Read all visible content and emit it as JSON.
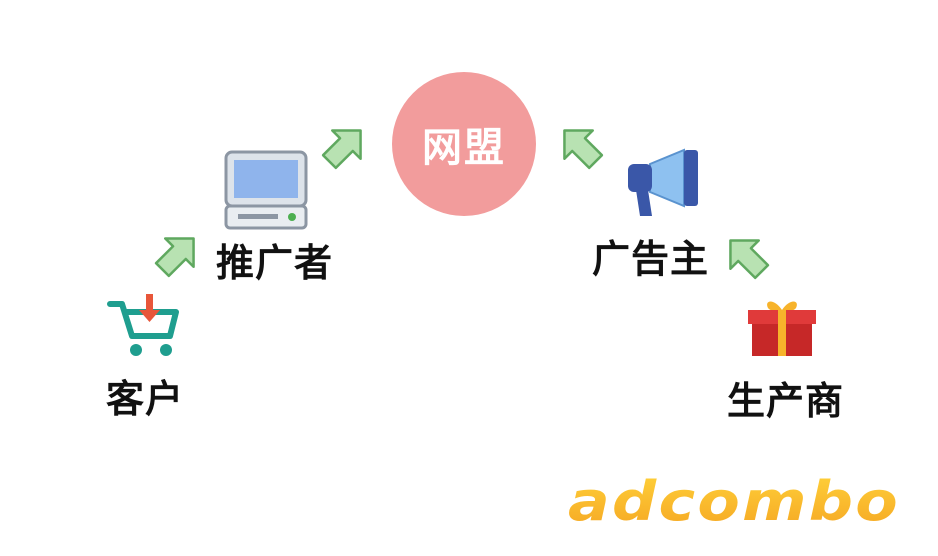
{
  "colors": {
    "hub_fill": "#f29c9c",
    "arrow_fill": "#b8e2b2",
    "arrow_stroke": "#5fa85f",
    "logo_gradient": [
      "#f5a623",
      "#ffd23a"
    ]
  },
  "hub": {
    "label": "网盟"
  },
  "nodes": {
    "customer": {
      "label": "客户",
      "icon": "shopping-cart-icon"
    },
    "promoter": {
      "label": "推广者",
      "icon": "computer-monitor-icon"
    },
    "advertiser": {
      "label": "广告主",
      "icon": "megaphone-icon"
    },
    "producer": {
      "label": "生产商",
      "icon": "gift-box-icon"
    }
  },
  "logo": {
    "text": "adcombo"
  }
}
